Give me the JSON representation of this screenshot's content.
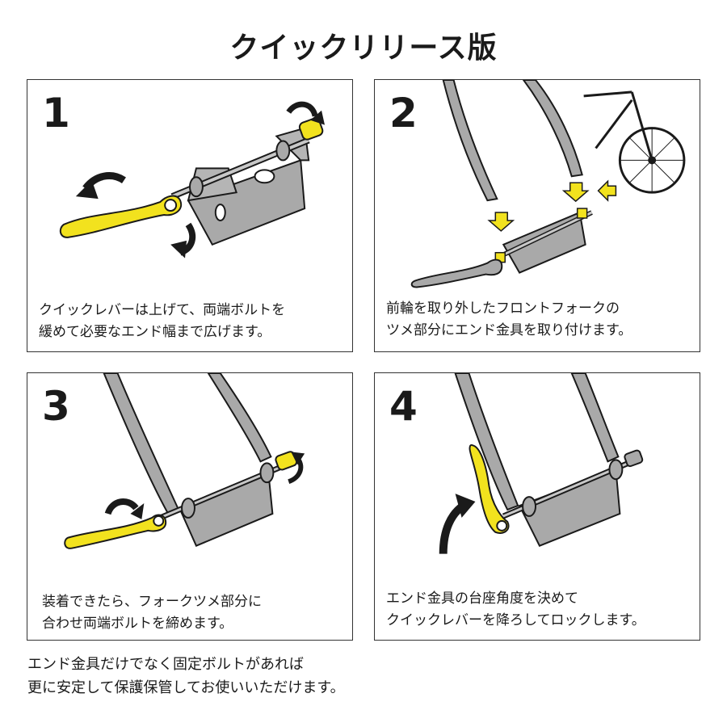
{
  "title": "クイックリリース版",
  "steps": [
    {
      "number": "1",
      "line1": "クイックレバーは上げて、両端ボルトを",
      "line2": "緩めて必要なエンド幅まで広げます。"
    },
    {
      "number": "2",
      "line1": "前輪を取り外したフロントフォークの",
      "line2": "ツメ部分にエンド金具を取り付けます。"
    },
    {
      "number": "3",
      "line1": "装着できたら、フォークツメ部分に",
      "line2": "合わせ両端ボルトを締めます。"
    },
    {
      "number": "4",
      "line1": "エンド金具の台座角度を決めて",
      "line2": "クイックレバーを降ろしてロックします。"
    }
  ],
  "footer": {
    "line1": "エンド金具だけでなく固定ボルトがあれば",
    "line2": "更に安定して保護保管してお使いいただけます。"
  },
  "colors": {
    "lever_yellow": "#f2e21e",
    "metal_gray": "#a9a9a9",
    "outline": "#1a1a1a"
  }
}
